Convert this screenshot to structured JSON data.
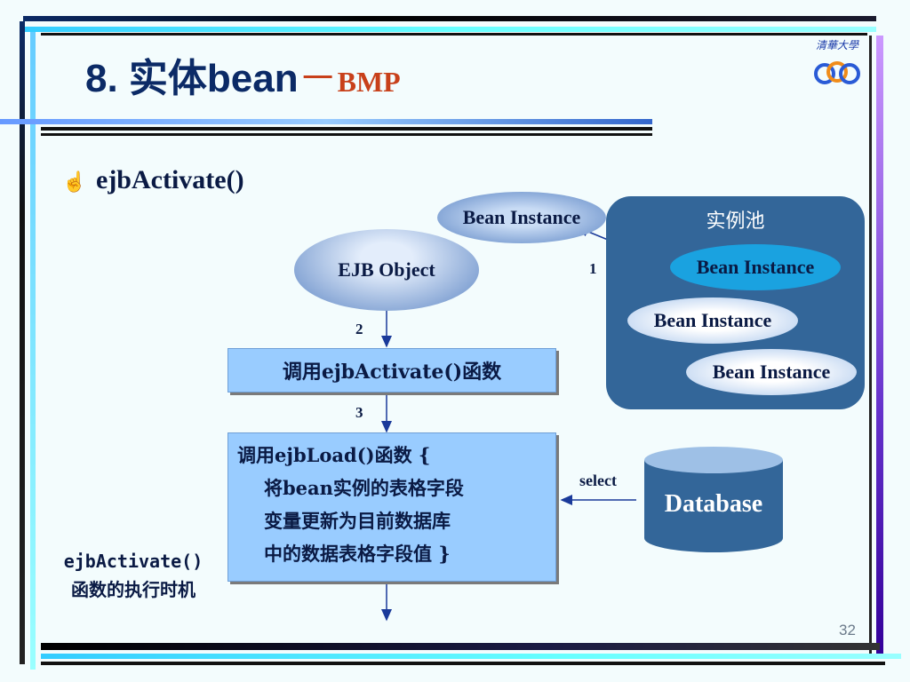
{
  "slide": {
    "title_number": "8.",
    "title_text": " 实体bean",
    "title_dash": "－",
    "title_suffix": "BMP",
    "page_number": "32",
    "logo_text": "清華大學"
  },
  "bullet": {
    "icon": "pointing-hand-icon",
    "text": "ejbActivate()"
  },
  "diagram": {
    "bean_instance_top": "Bean Instance",
    "ejb_object": "EJB Object",
    "pool": {
      "title": "实例池",
      "instances": [
        "Bean Instance",
        "Bean Instance",
        "Bean Instance"
      ]
    },
    "step1": "1",
    "step2": "2",
    "step3": "3",
    "call_activate": "调用ejbActivate()函数",
    "load_box": {
      "line1": "调用ejbLoad()函数 {",
      "line2": "将bean实例的表格字段",
      "line3": "变量更新为目前数据库",
      "line4": "中的数据表格字段值 }"
    },
    "select_label": "select",
    "database": "Database",
    "caption_line1": "ejbActivate()",
    "caption_line2": "函数的执行时机"
  },
  "colors": {
    "title": "#0b2a66",
    "accent": "#c8401a",
    "pool_bg": "#336699",
    "box_bg": "#99ccff"
  }
}
